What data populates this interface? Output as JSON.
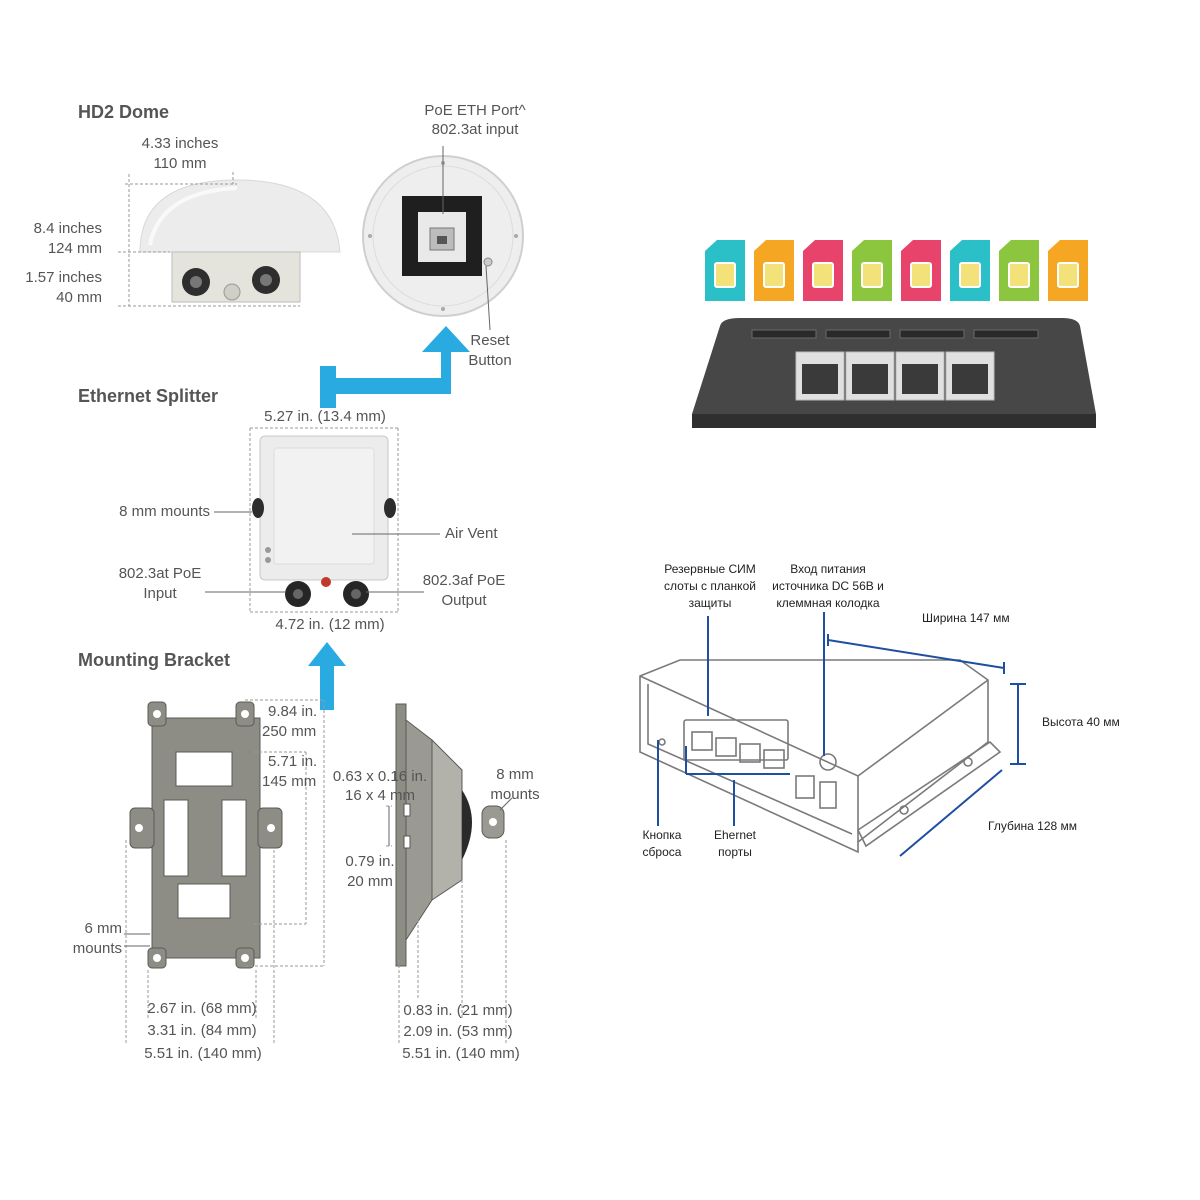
{
  "colors": {
    "accent_blue": "#29abe2",
    "dark_box": "#474747",
    "dim_line": "#1e4fa0"
  },
  "hd2": {
    "title": "HD2 Dome",
    "width_in": "4.33 inches",
    "width_mm": "110 mm",
    "height_in": "8.4 inches",
    "height_mm": "124 mm",
    "base_in": "1.57 inches",
    "base_mm": "40 mm",
    "poe_line1": "PoE ETH Port^",
    "poe_line2": "802.3at input",
    "reset_line1": "Reset",
    "reset_line2": "Button"
  },
  "splitter": {
    "title": "Ethernet Splitter",
    "top_dim": "5.27 in. (13.4 mm)",
    "mounts": "8 mm mounts",
    "air_vent": "Air Vent",
    "input_line1": "802.3at PoE",
    "input_line2": "Input",
    "output_line1": "802.3af PoE",
    "output_line2": "Output",
    "bottom_dim": "4.72 in. (12 mm)"
  },
  "bracket": {
    "title": "Mounting Bracket",
    "h1_in": "9.84 in.",
    "h1_mm": "250 mm",
    "h2_in": "5.71 in.",
    "h2_mm": "145 mm",
    "slot_in": "0.63 x 0.16 in.",
    "slot_mm": "16 x 4 mm",
    "gap_in": "0.79 in.",
    "gap_mm": "20 mm",
    "side_mounts_1": "8 mm",
    "side_mounts_2": "mounts",
    "front_mounts_1": "6 mm",
    "front_mounts_2": "mounts",
    "w1": "2.67 in. (68 mm)",
    "w2": "3.31 in. (84 mm)",
    "w3": "5.51 in. (140 mm)",
    "d1": "0.83 in. (21 mm)",
    "d2": "2.09 in. (53 mm)",
    "d3": "5.51 in. (140 mm)"
  },
  "sim_colors": [
    "#2bbfc8",
    "#f5a623",
    "#e8436b",
    "#8cc63f",
    "#e8436b",
    "#2bbfc8",
    "#8cc63f",
    "#f5a623"
  ],
  "router": {
    "sim_slots_1": "Резервные СИМ",
    "sim_slots_2": "слоты с планкой",
    "sim_slots_3": "защиты",
    "power_1": "Вход питания",
    "power_2": "источника DC 56В и",
    "power_3": "клеммная колодка",
    "width": "Ширина 147 мм",
    "height": "Высота 40 мм",
    "depth": "Глубина 128 мм",
    "reset_1": "Кнопка",
    "reset_2": "сброса",
    "eth_1": "Ehernet",
    "eth_2": "порты"
  }
}
